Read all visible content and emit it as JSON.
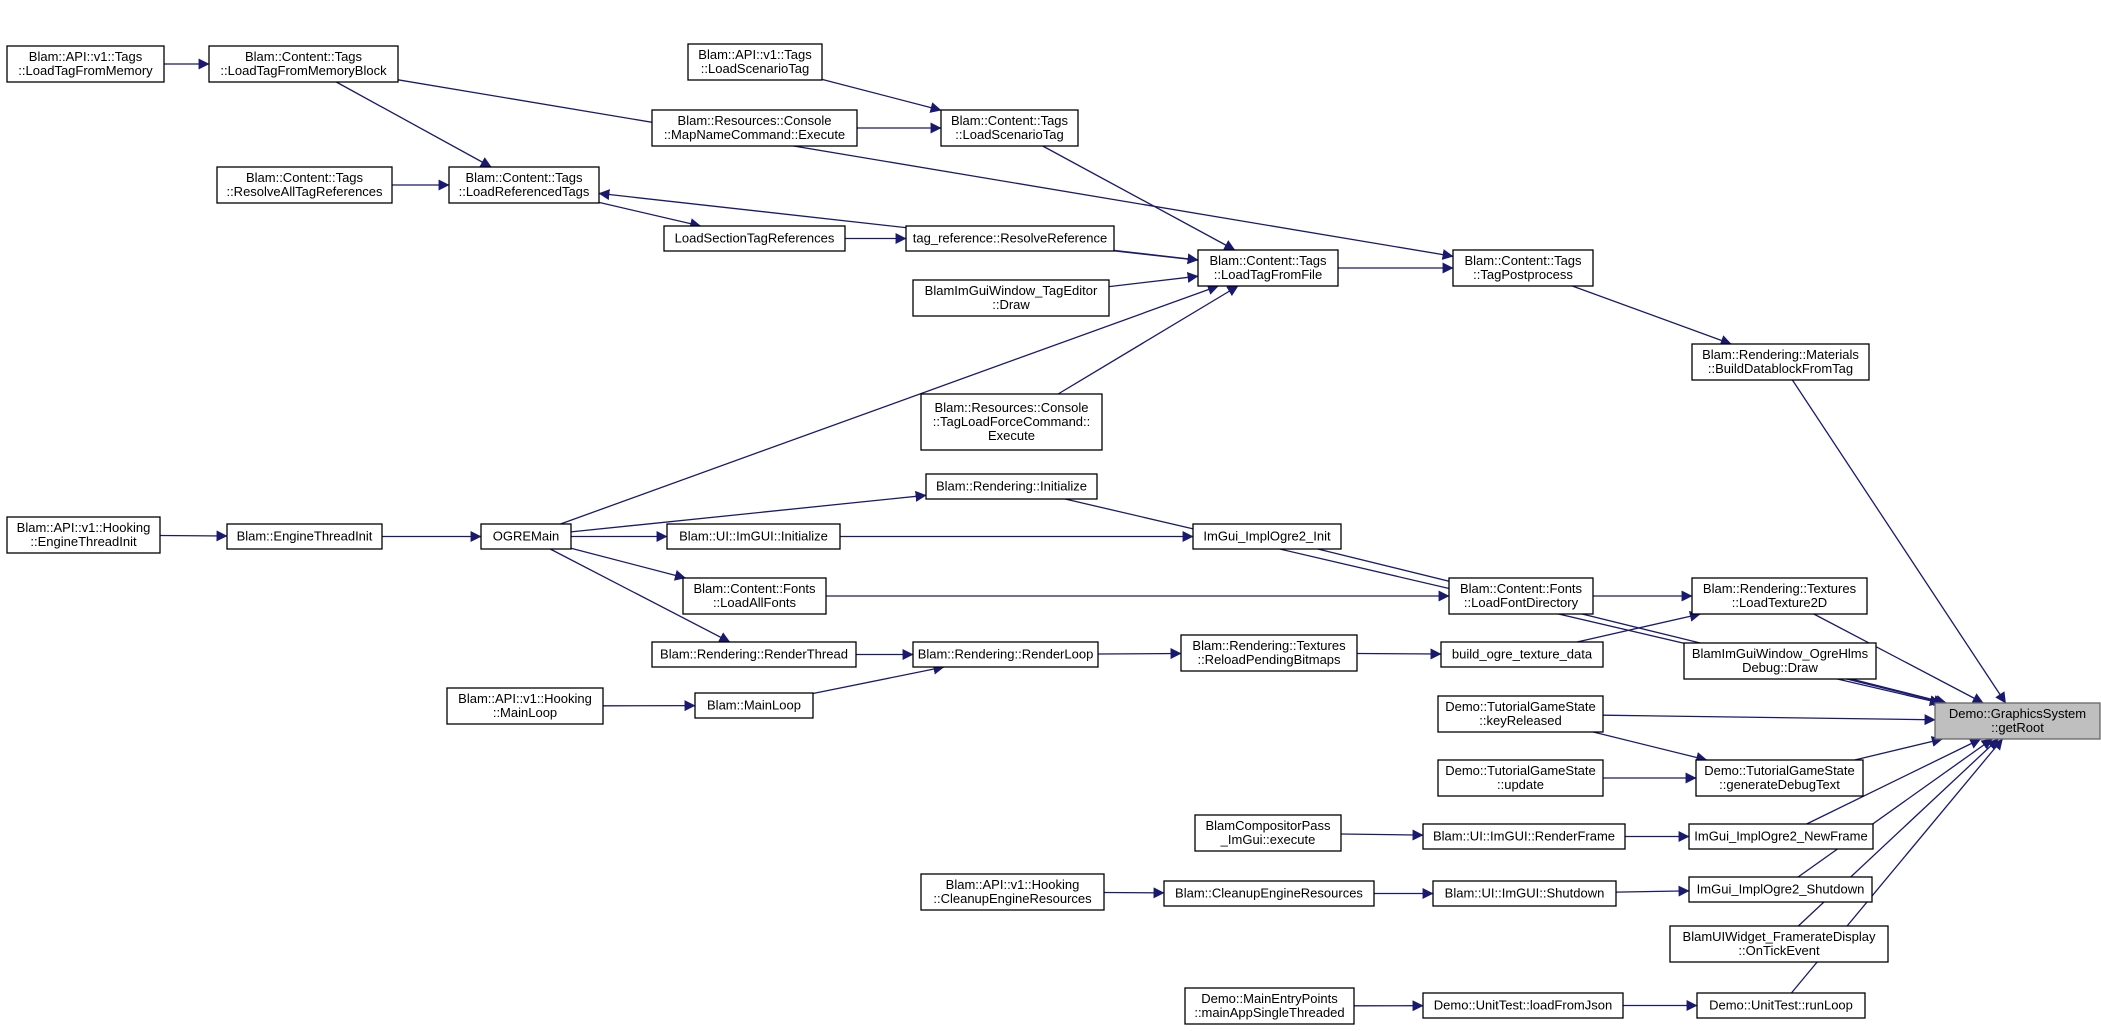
{
  "colors": {
    "edge": "#191970",
    "root_fill": "#bfbfbf",
    "node_fill": "#ffffff",
    "node_stroke": "#000000"
  },
  "nodes": [
    {
      "id": "api_LoadTagFromMemory",
      "lines": [
        "Blam::API::v1::Tags",
        "::LoadTagFromMemory"
      ]
    },
    {
      "id": "LoadTagFromMemoryBlock",
      "lines": [
        "Blam::Content::Tags",
        "::LoadTagFromMemoryBlock"
      ]
    },
    {
      "id": "api_LoadScenarioTag",
      "lines": [
        "Blam::API::v1::Tags",
        "::LoadScenarioTag"
      ]
    },
    {
      "id": "MapNameCommand",
      "lines": [
        "Blam::Resources::Console",
        "::MapNameCommand::Execute"
      ]
    },
    {
      "id": "LoadScenarioTag",
      "lines": [
        "Blam::Content::Tags",
        "::LoadScenarioTag"
      ]
    },
    {
      "id": "ResolveAllTagReferences",
      "lines": [
        "Blam::Content::Tags",
        "::ResolveAllTagReferences"
      ]
    },
    {
      "id": "LoadReferencedTags",
      "lines": [
        "Blam::Content::Tags",
        "::LoadReferencedTags"
      ]
    },
    {
      "id": "LoadSectionTagReferences",
      "lines": [
        "LoadSectionTagReferences"
      ]
    },
    {
      "id": "ResolveReference",
      "lines": [
        "tag_reference::ResolveReference"
      ]
    },
    {
      "id": "TagEditorDraw",
      "lines": [
        "BlamImGuiWindow_TagEditor",
        "::Draw"
      ]
    },
    {
      "id": "LoadTagFromFile",
      "lines": [
        "Blam::Content::Tags",
        "::LoadTagFromFile"
      ]
    },
    {
      "id": "TagPostprocess",
      "lines": [
        "Blam::Content::Tags",
        "::TagPostprocess"
      ]
    },
    {
      "id": "TagLoadForceCommand",
      "lines": [
        "Blam::Resources::Console",
        "::TagLoadForceCommand::",
        "Execute"
      ]
    },
    {
      "id": "BuildDatablockFromTag",
      "lines": [
        "Blam::Rendering::Materials",
        "::BuildDatablockFromTag"
      ]
    },
    {
      "id": "RenderingInitialize",
      "lines": [
        "Blam::Rendering::Initialize"
      ]
    },
    {
      "id": "api_EngineThreadInit",
      "lines": [
        "Blam::API::v1::Hooking",
        "::EngineThreadInit"
      ]
    },
    {
      "id": "EngineThreadInit",
      "lines": [
        "Blam::EngineThreadInit"
      ]
    },
    {
      "id": "OGREMain",
      "lines": [
        "OGREMain"
      ]
    },
    {
      "id": "ImGUIInitialize",
      "lines": [
        "Blam::UI::ImGUI::Initialize"
      ]
    },
    {
      "id": "ImplOgre2Init",
      "lines": [
        "ImGui_ImplOgre2_Init"
      ]
    },
    {
      "id": "LoadAllFonts",
      "lines": [
        "Blam::Content::Fonts",
        "::LoadAllFonts"
      ]
    },
    {
      "id": "LoadFontDirectory",
      "lines": [
        "Blam::Content::Fonts",
        "::LoadFontDirectory"
      ]
    },
    {
      "id": "LoadTexture2D",
      "lines": [
        "Blam::Rendering::Textures",
        "::LoadTexture2D"
      ]
    },
    {
      "id": "RenderThread",
      "lines": [
        "Blam::Rendering::RenderThread"
      ]
    },
    {
      "id": "RenderLoop",
      "lines": [
        "Blam::Rendering::RenderLoop"
      ]
    },
    {
      "id": "ReloadPendingBitmaps",
      "lines": [
        "Blam::Rendering::Textures",
        "::ReloadPendingBitmaps"
      ]
    },
    {
      "id": "build_ogre_texture_data",
      "lines": [
        "build_ogre_texture_data"
      ]
    },
    {
      "id": "OgreHlmsDebugDraw",
      "lines": [
        "BlamImGuiWindow_OgreHlms",
        "Debug::Draw"
      ]
    },
    {
      "id": "api_MainLoop",
      "lines": [
        "Blam::API::v1::Hooking",
        "::MainLoop"
      ]
    },
    {
      "id": "MainLoop",
      "lines": [
        "Blam::MainLoop"
      ]
    },
    {
      "id": "keyReleased",
      "lines": [
        "Demo::TutorialGameState",
        "::keyReleased"
      ]
    },
    {
      "id": "getRoot",
      "lines": [
        "Demo::GraphicsSystem",
        "::getRoot"
      ],
      "root": true
    },
    {
      "id": "generateDebugText",
      "lines": [
        "Demo::TutorialGameState",
        "::generateDebugText"
      ]
    },
    {
      "id": "update",
      "lines": [
        "Demo::TutorialGameState",
        "::update"
      ]
    },
    {
      "id": "CompositorPassExecute",
      "lines": [
        "BlamCompositorPass",
        "_ImGui::execute"
      ]
    },
    {
      "id": "RenderFrame",
      "lines": [
        "Blam::UI::ImGUI::RenderFrame"
      ]
    },
    {
      "id": "NewFrame",
      "lines": [
        "ImGui_ImplOgre2_NewFrame"
      ]
    },
    {
      "id": "api_CleanupEngineResources",
      "lines": [
        "Blam::API::v1::Hooking",
        "::CleanupEngineResources"
      ]
    },
    {
      "id": "CleanupEngineResources",
      "lines": [
        "Blam::CleanupEngineResources"
      ]
    },
    {
      "id": "ImGUIShutdown",
      "lines": [
        "Blam::UI::ImGUI::Shutdown"
      ]
    },
    {
      "id": "Ogre2Shutdown",
      "lines": [
        "ImGui_ImplOgre2_Shutdown"
      ]
    },
    {
      "id": "FramerateDisplay",
      "lines": [
        "BlamUIWidget_FramerateDisplay",
        "::OnTickEvent"
      ]
    },
    {
      "id": "mainAppSingleThreaded",
      "lines": [
        "Demo::MainEntryPoints",
        "::mainAppSingleThreaded"
      ]
    },
    {
      "id": "loadFromJson",
      "lines": [
        "Demo::UnitTest::loadFromJson"
      ]
    },
    {
      "id": "runLoop",
      "lines": [
        "Demo::UnitTest::runLoop"
      ]
    }
  ],
  "edges": [
    [
      "api_LoadTagFromMemory",
      "LoadTagFromMemoryBlock"
    ],
    [
      "LoadTagFromMemoryBlock",
      "LoadReferencedTags"
    ],
    [
      "LoadTagFromMemoryBlock",
      "TagPostprocess"
    ],
    [
      "api_LoadScenarioTag",
      "LoadScenarioTag"
    ],
    [
      "MapNameCommand",
      "LoadScenarioTag"
    ],
    [
      "LoadScenarioTag",
      "LoadTagFromFile"
    ],
    [
      "ResolveAllTagReferences",
      "LoadReferencedTags"
    ],
    [
      "LoadReferencedTags",
      "LoadSectionTagReferences"
    ],
    [
      "LoadTagFromFile",
      "LoadReferencedTags"
    ],
    [
      "LoadSectionTagReferences",
      "ResolveReference"
    ],
    [
      "ResolveReference",
      "LoadTagFromFile"
    ],
    [
      "TagEditorDraw",
      "LoadTagFromFile"
    ],
    [
      "TagLoadForceCommand",
      "LoadTagFromFile"
    ],
    [
      "OGREMain",
      "LoadTagFromFile"
    ],
    [
      "LoadTagFromFile",
      "TagPostprocess"
    ],
    [
      "TagPostprocess",
      "BuildDatablockFromTag"
    ],
    [
      "BuildDatablockFromTag",
      "getRoot"
    ],
    [
      "OGREMain",
      "RenderingInitialize"
    ],
    [
      "RenderingInitialize",
      "getRoot"
    ],
    [
      "api_EngineThreadInit",
      "EngineThreadInit"
    ],
    [
      "EngineThreadInit",
      "OGREMain"
    ],
    [
      "OGREMain",
      "ImGUIInitialize"
    ],
    [
      "ImGUIInitialize",
      "ImplOgre2Init"
    ],
    [
      "ImplOgre2Init",
      "getRoot"
    ],
    [
      "OGREMain",
      "LoadAllFonts"
    ],
    [
      "LoadAllFonts",
      "LoadFontDirectory"
    ],
    [
      "LoadFontDirectory",
      "LoadTexture2D"
    ],
    [
      "LoadTexture2D",
      "getRoot"
    ],
    [
      "OGREMain",
      "RenderThread"
    ],
    [
      "RenderThread",
      "RenderLoop"
    ],
    [
      "RenderLoop",
      "ReloadPendingBitmaps"
    ],
    [
      "ReloadPendingBitmaps",
      "build_ogre_texture_data"
    ],
    [
      "build_ogre_texture_data",
      "LoadTexture2D"
    ],
    [
      "api_MainLoop",
      "MainLoop"
    ],
    [
      "MainLoop",
      "RenderLoop"
    ],
    [
      "OgreHlmsDebugDraw",
      "getRoot"
    ],
    [
      "keyReleased",
      "getRoot"
    ],
    [
      "keyReleased",
      "generateDebugText"
    ],
    [
      "update",
      "generateDebugText"
    ],
    [
      "generateDebugText",
      "getRoot"
    ],
    [
      "CompositorPassExecute",
      "RenderFrame"
    ],
    [
      "RenderFrame",
      "NewFrame"
    ],
    [
      "NewFrame",
      "getRoot"
    ],
    [
      "api_CleanupEngineResources",
      "CleanupEngineResources"
    ],
    [
      "CleanupEngineResources",
      "ImGUIShutdown"
    ],
    [
      "ImGUIShutdown",
      "Ogre2Shutdown"
    ],
    [
      "Ogre2Shutdown",
      "getRoot"
    ],
    [
      "FramerateDisplay",
      "getRoot"
    ],
    [
      "mainAppSingleThreaded",
      "loadFromJson"
    ],
    [
      "loadFromJson",
      "runLoop"
    ],
    [
      "runLoop",
      "getRoot"
    ]
  ]
}
